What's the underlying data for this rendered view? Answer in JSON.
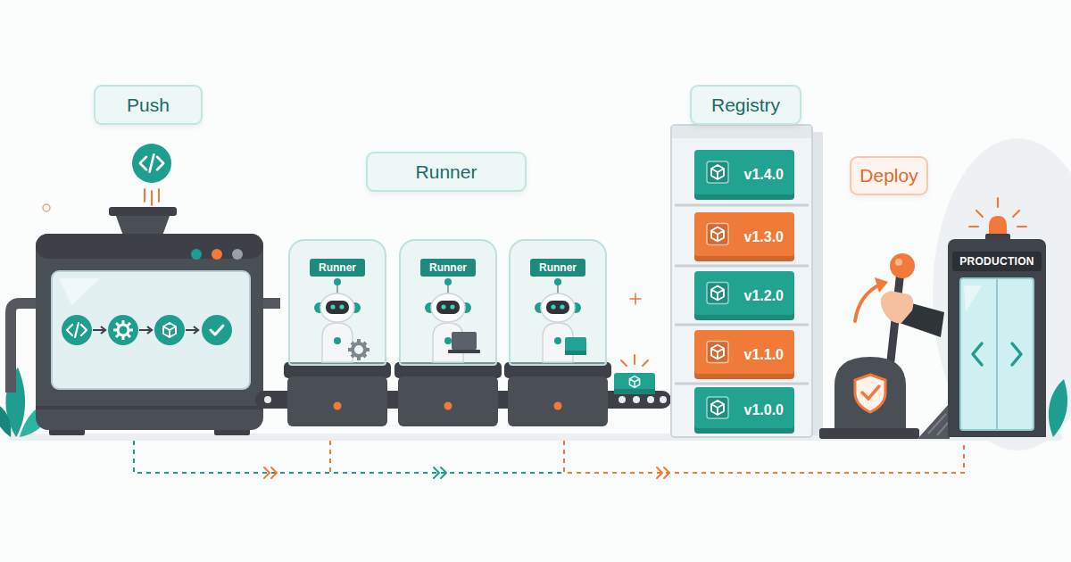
{
  "diagram": {
    "nodes": [
      {
        "text": [
          "Push"
        ]
      },
      {
        "text": [
          "Runner"
        ]
      },
      {
        "text": [
          "Registry"
        ]
      },
      {
        "text": [
          "Deploy"
        ]
      },
      {
        "text": [
          "Runner"
        ]
      },
      {
        "text": [
          "Runner"
        ]
      },
      {
        "text": [
          "Runner"
        ]
      },
      {
        "text": [
          "v1.4.0"
        ]
      },
      {
        "text": [
          "v1.3.0"
        ]
      },
      {
        "text": [
          "v1.2.0"
        ]
      },
      {
        "text": [
          "v1.1.0"
        ]
      },
      {
        "text": [
          "v1.0.0"
        ]
      },
      {
        "text": [
          "PRODUCTION"
        ]
      }
    ]
  }
}
